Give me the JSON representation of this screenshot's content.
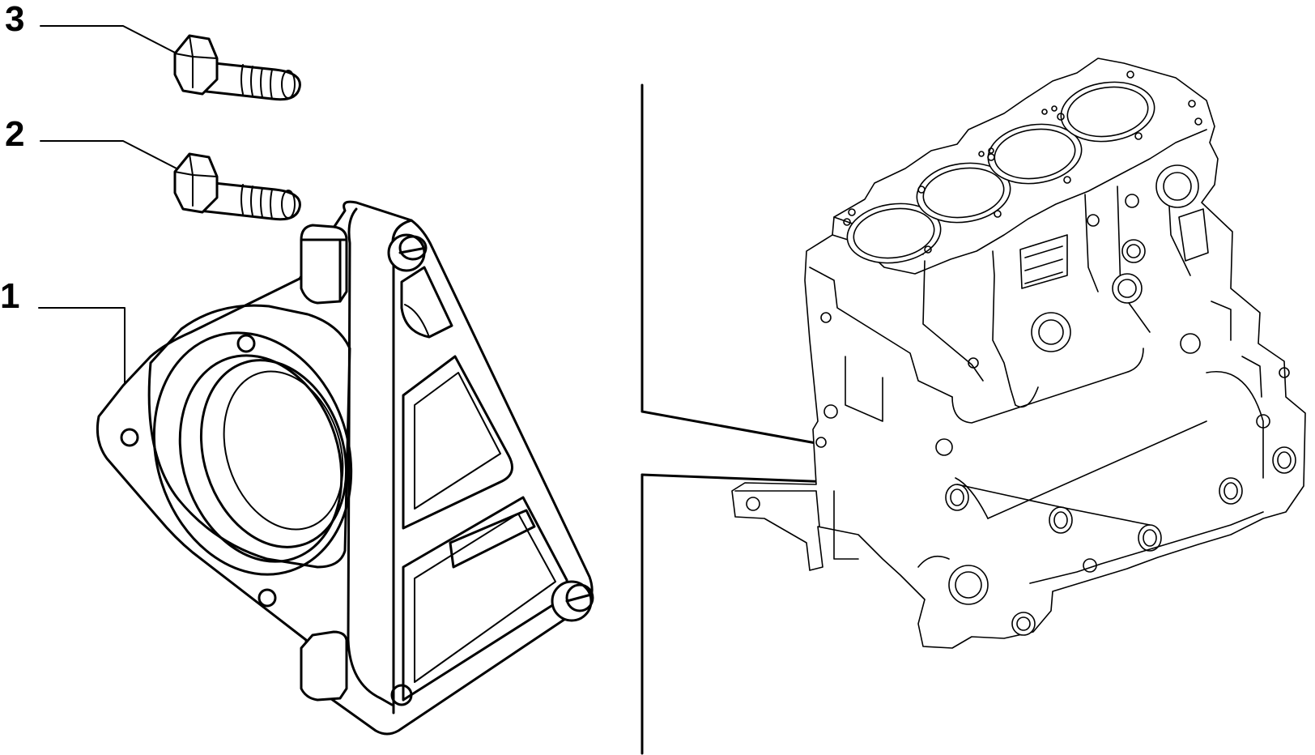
{
  "callouts": {
    "bolt_upper": "3",
    "bolt_lower": "2",
    "bracket": "1"
  },
  "colors": {
    "line": "#000000",
    "background": "#ffffff"
  }
}
